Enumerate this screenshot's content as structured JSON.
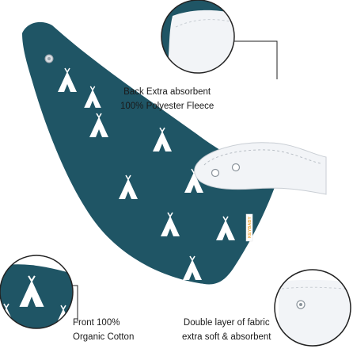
{
  "callouts": {
    "back": [
      "Back Extra absorbent",
      "100% Polyester Fleece"
    ],
    "front": [
      "Front 100%",
      "Organic Cotton"
    ],
    "double": [
      "Double layer of fabric",
      "extra soft & absorbent"
    ]
  },
  "brand_tag": "KEYBABY",
  "colors": {
    "teal": "#1f5565",
    "fleece": "#f2f4f7",
    "teepee": "#ffffff",
    "tag": "#f2a93b",
    "line": "#222222"
  }
}
